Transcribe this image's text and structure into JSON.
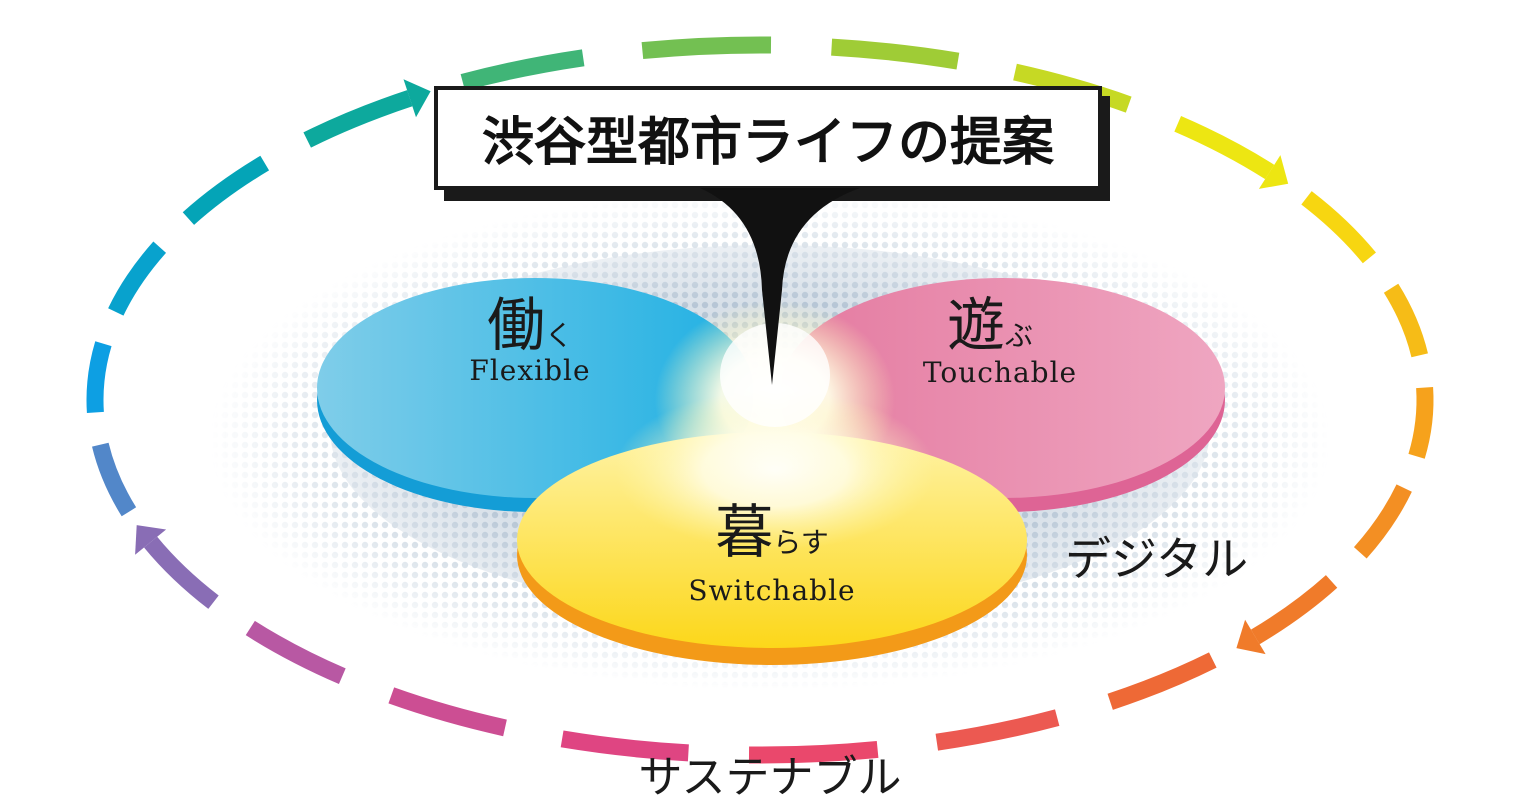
{
  "title": "渋谷型都市ライフの提案",
  "circles": {
    "work": {
      "kanji": "働",
      "kana": "く",
      "english": "Flexible",
      "color": "#2cb4e3",
      "edge": "#129bd3"
    },
    "play": {
      "kanji": "遊",
      "kana": "ぶ",
      "english": "Touchable",
      "color": "#e889aa",
      "edge": "#dc6192"
    },
    "live": {
      "kanji": "暮",
      "kana": "らす",
      "english": "Switchable",
      "color": "#fbd624",
      "edge": "#f29a16"
    }
  },
  "labels": {
    "digital": "デジタル",
    "sustainable": "サステナブル"
  },
  "ring_colors": [
    "#0d9fe3",
    "#00a6a6",
    "#8cc63f",
    "#f7e90d",
    "#f6a21c",
    "#ee6d2f",
    "#e9407a",
    "#b35aa7",
    "#1aa0dc"
  ]
}
